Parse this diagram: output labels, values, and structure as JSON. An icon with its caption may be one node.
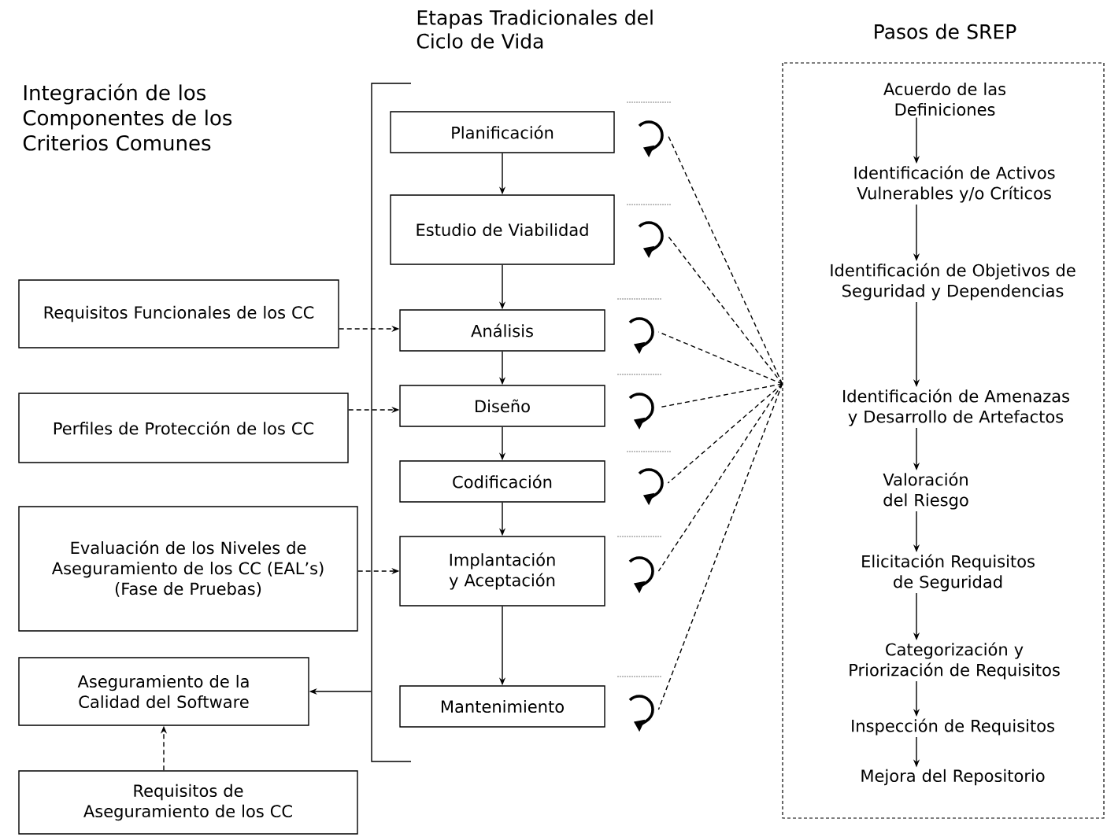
{
  "diagram": {
    "nodes": [
      {
        "text": [
          "Etapas Tradicionales del Ciclo de Vida"
        ]
      },
      {
        "text": [
          "Planificación"
        ],
        "in": 0
      },
      {
        "text": [
          "Estudio de Viabilidad"
        ],
        "in": 0
      },
      {
        "text": [
          "Análisis"
        ],
        "in": 0
      },
      {
        "text": [
          "Diseño"
        ],
        "in": 0
      },
      {
        "text": [
          "Codificación"
        ],
        "in": 0
      },
      {
        "text": [
          "Implantación y Aceptación"
        ],
        "in": 0
      },
      {
        "text": [
          "Mantenimiento"
        ],
        "in": 0
      },
      {
        "text": [],
        "shape": "loop",
        "in": 0
      },
      {
        "text": [],
        "shape": "loop",
        "in": 0
      },
      {
        "text": [],
        "shape": "loop",
        "in": 0
      },
      {
        "text": [],
        "shape": "loop",
        "in": 0
      },
      {
        "text": [],
        "shape": "loop",
        "in": 0
      },
      {
        "text": [],
        "shape": "loop",
        "in": 0
      },
      {
        "text": [],
        "shape": "loop",
        "in": 0
      },
      {
        "text": [
          "Pasos de SREP"
        ]
      },
      {
        "text": [
          "Acuerdo de las Definiciones"
        ],
        "in": 15
      },
      {
        "text": [
          "Identificación de Activos Vulnerables y/o Críticos"
        ],
        "in": 15
      },
      {
        "text": [
          "Identificación de Objetivos de Seguridad y Dependencias"
        ],
        "in": 15
      },
      {
        "text": [
          "Identificación de Amenazas y Desarrollo de Artefactos"
        ],
        "in": 15
      },
      {
        "text": [
          "Valoración del Riesgo"
        ],
        "in": 15
      },
      {
        "text": [
          "Elicitación Requisitos de Seguridad"
        ],
        "in": 15
      },
      {
        "text": [
          "Categorización y Priorización de Requisitos"
        ],
        "in": 15
      },
      {
        "text": [
          "Inspección de Requisitos"
        ],
        "in": 15
      },
      {
        "text": [
          "Mejora del Repositorio"
        ],
        "in": 15
      },
      {
        "text": [
          "Requisitos Funcionales de los CC"
        ]
      },
      {
        "text": [
          "Perfiles de Protección de los CC"
        ]
      },
      {
        "text": [
          "Evaluación de los Niveles de Aseguramiento de los CC (EAL’s)",
          "(Fase de Pruebas)"
        ]
      },
      {
        "text": [
          "Aseguramiento de la Calidad del Software"
        ]
      },
      {
        "text": [
          "Requisitos de Aseguramiento de los CC"
        ]
      }
    ],
    "edges": [
      {
        "from": 1,
        "to": 2,
        "arrow": "to"
      },
      {
        "from": 2,
        "to": 3,
        "arrow": "to"
      },
      {
        "from": 3,
        "to": 4,
        "arrow": "to"
      },
      {
        "from": 4,
        "to": 5,
        "arrow": "to"
      },
      {
        "from": 5,
        "to": 6,
        "arrow": "to"
      },
      {
        "from": 6,
        "to": 7,
        "arrow": "to"
      },
      {
        "from": 15,
        "to": 8,
        "arrow": "none",
        "style": "dashed"
      },
      {
        "from": 15,
        "to": 9,
        "arrow": "none",
        "style": "dashed"
      },
      {
        "from": 15,
        "to": 10,
        "arrow": "none",
        "style": "dashed"
      },
      {
        "from": 15,
        "to": 11,
        "arrow": "none",
        "style": "dashed"
      },
      {
        "from": 15,
        "to": 12,
        "arrow": "none",
        "style": "dashed"
      },
      {
        "from": 15,
        "to": 13,
        "arrow": "none",
        "style": "dashed"
      },
      {
        "from": 15,
        "to": 14,
        "arrow": "none",
        "style": "dashed"
      },
      {
        "from": 16,
        "to": 17,
        "arrow": "to"
      },
      {
        "from": 17,
        "to": 18,
        "arrow": "to"
      },
      {
        "from": 18,
        "to": 19,
        "arrow": "to"
      },
      {
        "from": 19,
        "to": 20,
        "arrow": "to"
      },
      {
        "from": 20,
        "to": 21,
        "arrow": "to"
      },
      {
        "from": 21,
        "to": 22,
        "arrow": "to"
      },
      {
        "from": 22,
        "to": 23,
        "arrow": "to"
      },
      {
        "from": 23,
        "to": 24,
        "arrow": "to"
      },
      {
        "from": 25,
        "to": 3,
        "arrow": "to",
        "style": "dashed"
      },
      {
        "from": 26,
        "to": 4,
        "arrow": "to",
        "style": "dashed"
      },
      {
        "from": 27,
        "to": 6,
        "arrow": "to",
        "style": "dashed"
      },
      {
        "from": 0,
        "to": 28,
        "arrow": "to"
      },
      {
        "from": 29,
        "to": 28,
        "arrow": "to",
        "style": "dashed"
      }
    ],
    "labels": [
      "Integración de los Componentes de los Criterios Comunes"
    ]
  }
}
